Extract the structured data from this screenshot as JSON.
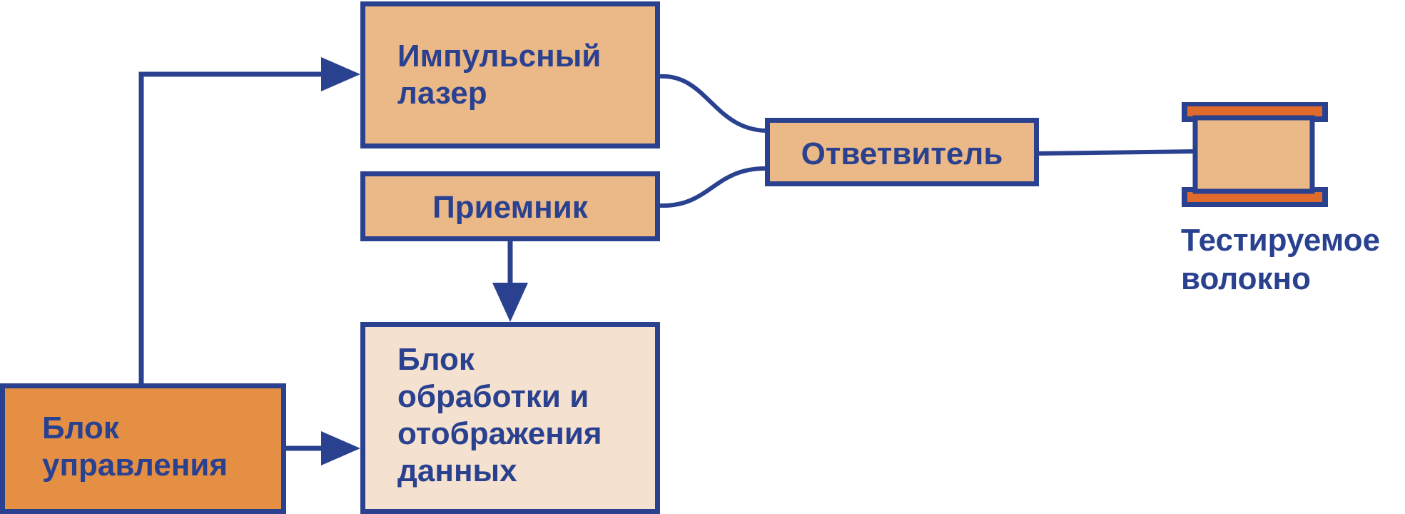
{
  "colors": {
    "stroke": "#2a4190",
    "block_fill": "#ebb887",
    "processing_fill": "#f4e1cf",
    "control_fill": "#e58f45",
    "fiber_band": "#e06a2c"
  },
  "blocks": {
    "laser": {
      "line1": "Импульсный",
      "line2": "лазер"
    },
    "receiver": {
      "label": "Приемник"
    },
    "coupler": {
      "label": "Ответвитель"
    },
    "processing": {
      "line1": "Блок",
      "line2": "обработки и",
      "line3": "отображения",
      "line4": "данных"
    },
    "control": {
      "line1": "Блок",
      "line2": "управления"
    }
  },
  "fiber": {
    "line1": "Тестируемое",
    "line2": "волокно"
  }
}
